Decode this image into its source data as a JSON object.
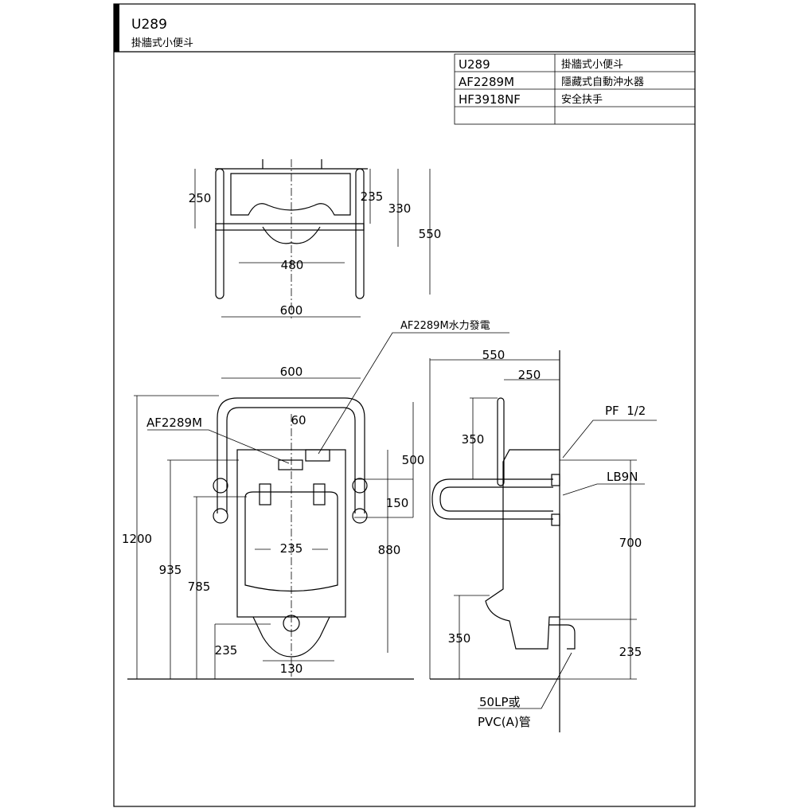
{
  "title": {
    "model": "U289",
    "name": "掛牆式小便斗"
  },
  "parts_table": [
    {
      "code": "U289",
      "desc": "掛牆式小便斗"
    },
    {
      "code": "AF2289M",
      "desc": "隱藏式自動沖水器"
    },
    {
      "code": "HF3918NF",
      "desc": "安全扶手"
    },
    {
      "code": "",
      "desc": ""
    }
  ],
  "top_view": {
    "d250": "250",
    "d235": "235",
    "d330": "330",
    "d550": "550",
    "d480": "480",
    "d600": "600"
  },
  "front_view": {
    "callout_sensor": "AF2289M水力發電",
    "callout_flush": "AF2289M",
    "d600": "600",
    "d60": "60",
    "d500": "500",
    "d150": "150",
    "d1200": "1200",
    "d935": "935",
    "d785": "785",
    "d880": "880",
    "d235_center": "235",
    "d235_bottom": "235",
    "d130": "130"
  },
  "side_view": {
    "d550": "550",
    "d250": "250",
    "d350_top": "350",
    "pf": "PF  1/2",
    "lb9n": "LB9N",
    "d700": "700",
    "d350_bottom": "350",
    "d235": "235",
    "pipe_line1": "50LP或",
    "pipe_line2": "PVC(A)管"
  }
}
